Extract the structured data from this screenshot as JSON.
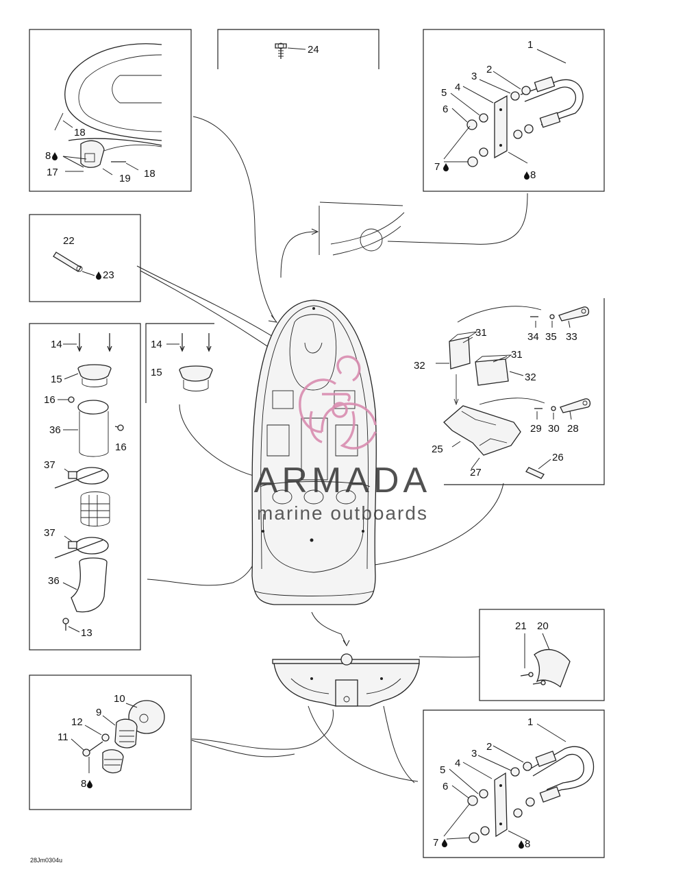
{
  "watermark": {
    "brand": "ARMADA",
    "tagline": "marine outboards",
    "logo_color": "#d98cb0",
    "text_color": "#333333"
  },
  "drawing_code": "28Jm0304u",
  "callouts": {
    "c1": "1",
    "c2": "2",
    "c3": "3",
    "c4": "4",
    "c5": "5",
    "c6": "6",
    "c7": "7",
    "c8": "8",
    "c9": "9",
    "c10": "10",
    "c11": "11",
    "c12": "12",
    "c13": "13",
    "c14": "14",
    "c15": "15",
    "c16": "16",
    "c17": "17",
    "c18": "18",
    "c19": "19",
    "c20": "20",
    "c21": "21",
    "c22": "22",
    "c23": "23",
    "c24": "24",
    "c25": "25",
    "c26": "26",
    "c27": "27",
    "c28": "28",
    "c29": "29",
    "c30": "30",
    "c31": "31",
    "c32": "32",
    "c33": "33",
    "c34": "34",
    "c35": "35",
    "c36": "36",
    "c37": "37"
  }
}
